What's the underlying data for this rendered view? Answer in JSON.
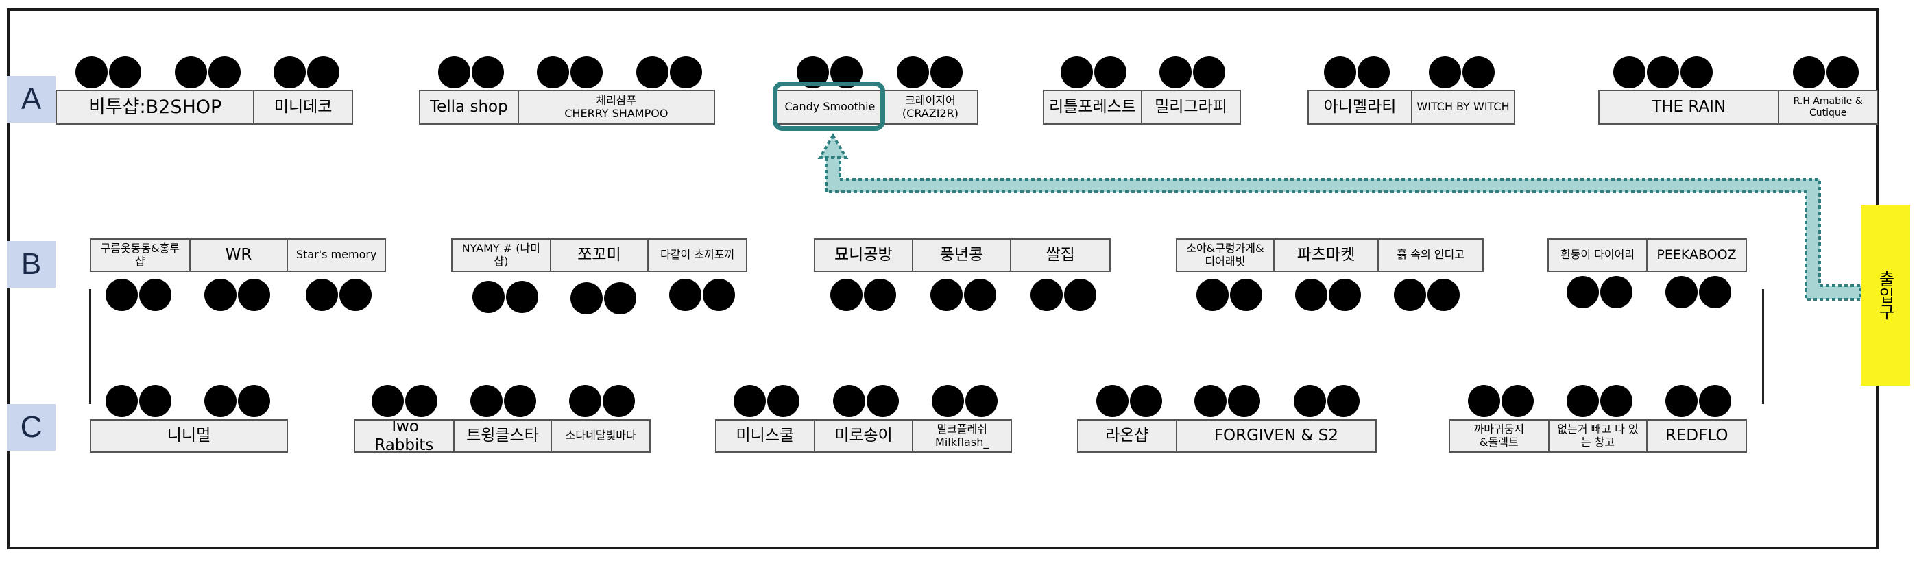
{
  "rows": {
    "a": {
      "label": "A"
    },
    "b": {
      "label": "B"
    },
    "c": {
      "label": "C"
    }
  },
  "booths": {
    "a1": "비투샵:B2SHOP",
    "a2": "미니데코",
    "a3": "Tella shop",
    "a4": "체리샴푸\nCHERRY SHAMPOO",
    "a5": "Candy Smoothie",
    "a6": "크레이지어\n(CRAZI2R)",
    "a7": "리틀포레스트",
    "a8": "밀리그라피",
    "a9": "아니멜라티",
    "a10": "WITCH BY WITCH",
    "a11": "THE RAIN",
    "a12": "R.H Amabile &\nCutique",
    "b1": "구름옷동동&홍루\n샵",
    "b2": "WR",
    "b3": "Star's memory",
    "b4": "NYAMY # (냐미샵)",
    "b5": "쪼꼬미",
    "b6": "다같이 초끼포끼",
    "b7": "묘니공방",
    "b8": "풍년콩",
    "b9": "쌀집",
    "b10": "소야&구렁가게&\n디어래빗",
    "b11": "파츠마켓",
    "b12": "흙 속의 인디고",
    "b13": "흰둥이 다이어리",
    "b14": "PEEKABOOZ",
    "c1": "니니멀",
    "c2": "Two Rabbits",
    "c3": "트윙클스타",
    "c4": "소다네달빛바다",
    "c5": "미니스쿨",
    "c6": "미로송이",
    "c7": "밀크플레쉬\nMilkflash_",
    "c8": "라온샵",
    "c9": "FORGIVEN & S2",
    "c10": "까마귀둥지\n&돌렉트",
    "c11": "없는거 빼고 다 있\n는 창고",
    "c12": "REDFLO"
  },
  "exit": {
    "label": "출입구"
  },
  "colors": {
    "route": "#2e7f80",
    "route_fill": "#a8d5d3",
    "exit_bg": "#fbf320",
    "row_label_bg": "#c9d6ee",
    "booth_bg": "#eeeeee"
  }
}
